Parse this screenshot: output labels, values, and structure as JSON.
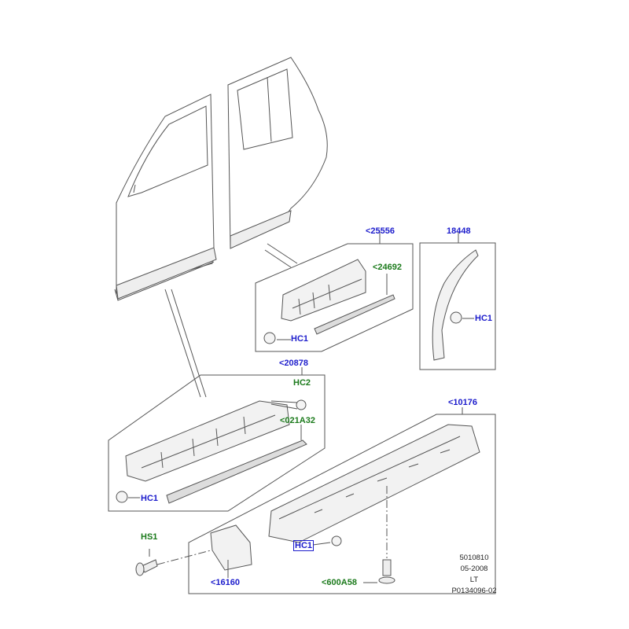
{
  "callouts": {
    "c25556": "<25556",
    "c24692": "<24692",
    "c18448": "18448",
    "hc1_a": "HC1",
    "hc1_b": "HC1",
    "c20878": "<20878",
    "hc2": "HC2",
    "c021A32": "<021A32",
    "hc1_c": "HC1",
    "c10176": "<10176",
    "hs1": "HS1",
    "hc1_d": "HC1",
    "c16160": "<16160",
    "c600A58": "<600A58"
  },
  "info": {
    "code": "5010810",
    "date": "05-2008",
    "side": "LT",
    "ref": "P0134096-02"
  },
  "colors": {
    "part_link": "#1c1ccc",
    "fastener_link": "#1b7a1b",
    "line": "#555555"
  }
}
